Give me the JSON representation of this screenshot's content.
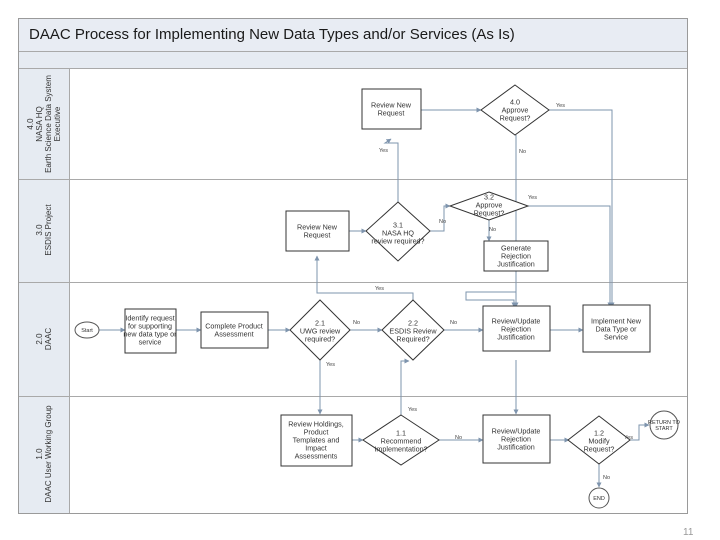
{
  "title": "DAAC Process for Implementing New Data Types and/or Services (As Is)",
  "page_number": "11",
  "lanes": [
    {
      "id": "lane-nasa-hq",
      "label": "4.0\nNASA HQ\nEarth Science Data System\nExecutive"
    },
    {
      "id": "lane-esdis",
      "label": "3.0\nESDIS Project"
    },
    {
      "id": "lane-daac",
      "label": "2.0\nDAAC"
    },
    {
      "id": "lane-uwg",
      "label": "1.0\nDAAC User Working Group"
    }
  ],
  "nodes": {
    "start": {
      "text": "Start"
    },
    "identify": {
      "text": "Identify request\nfor supporting\nnew data type or\nservice"
    },
    "complete": {
      "text": "Complete Product\nAssessment"
    },
    "d21": {
      "text": "2.1\nUWG review\nrequired?"
    },
    "d22": {
      "text": "2.2\nESDIS Review\nRequired?"
    },
    "review_update_daac": {
      "text": "Review/Update\nRejection\nJustification"
    },
    "implement": {
      "text": "Implement New\nData Type or\nService"
    },
    "review_request_esdis": {
      "text": "Review New\nRequest"
    },
    "d31": {
      "text": "3.1\nNASA HQ\nreview required?"
    },
    "d32": {
      "text": "3.2\nApprove\nRequest?"
    },
    "generate": {
      "text": "Generate\nRejection\nJustification"
    },
    "review_request_hq": {
      "text": "Review New\nRequest"
    },
    "d40": {
      "text": "4.0\nApprove\nRequest?"
    },
    "review_holdings": {
      "text": "Review Holdings,\nProduct\nTemplates  and\nImpact\nAssessments"
    },
    "d11": {
      "text": "1.1\nRecommend\nImplementation?"
    },
    "review_update_uwg": {
      "text": "Review/Update\nRejection\nJustification"
    },
    "d12": {
      "text": "1.2\nModify\nRequest?"
    },
    "end": {
      "text": "END"
    },
    "return_start": {
      "text": "RETURN TO\nSTART"
    }
  },
  "edge_labels": {
    "yes_40": "Yes",
    "yes_hq_review": "Yes",
    "no_40": "No",
    "yes_32": "Yes",
    "no_31": "No",
    "no_32": "No",
    "yes_22": "Yes",
    "no_21": "No",
    "no_22": "No",
    "yes_21": "Yes",
    "yes_11": "Yes",
    "no_11": "No",
    "yes_12": "Yes",
    "no_12": "No"
  }
}
